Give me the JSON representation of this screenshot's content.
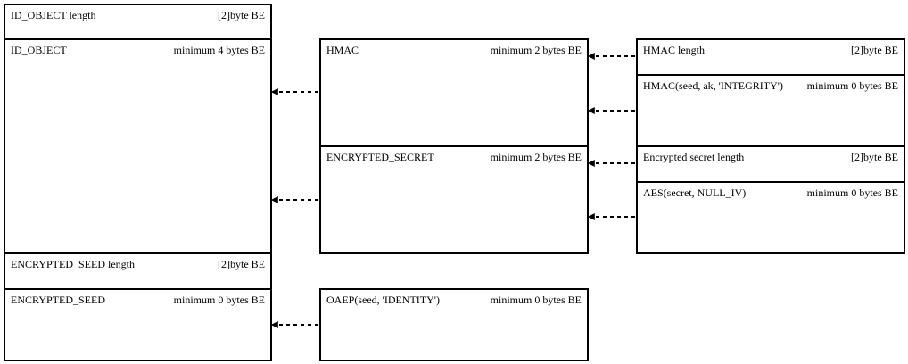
{
  "left_column": [
    {
      "id": "id-object-length",
      "name": "ID_OBJECT length",
      "size": "[2]byte BE"
    },
    {
      "id": "id-object",
      "name": "ID_OBJECT",
      "size": "minimum 4 bytes BE"
    },
    {
      "id": "encrypted-seed-length",
      "name": "ENCRYPTED_SEED length",
      "size": "[2]byte BE"
    },
    {
      "id": "encrypted-seed",
      "name": "ENCRYPTED_SEED",
      "size": "minimum 0 bytes BE"
    }
  ],
  "middle_column": [
    {
      "id": "hmac",
      "name": "HMAC",
      "size": "minimum 2 bytes BE"
    },
    {
      "id": "encrypted-secret",
      "name": "ENCRYPTED_SECRET",
      "size": "minimum 2 bytes BE"
    },
    {
      "id": "oaep",
      "name": "OAEP(seed, 'IDENTITY')",
      "size": "minimum 0 bytes BE"
    }
  ],
  "right_column": [
    {
      "id": "hmac-length",
      "name": "HMAC length",
      "size": "[2]byte BE"
    },
    {
      "id": "hmac-value",
      "name": "HMAC(seed, ak, 'INTEGRITY')",
      "size": "minimum 0 bytes BE"
    },
    {
      "id": "encrypted-secret-length",
      "name": "Encrypted secret length",
      "size": "[2]byte BE"
    },
    {
      "id": "aes-secret",
      "name": "AES(secret, NULL_IV)",
      "size": "minimum 0 bytes BE"
    }
  ],
  "arrows": [
    {
      "from": "hmac",
      "to": "id-object"
    },
    {
      "from": "encrypted-secret",
      "to": "id-object"
    },
    {
      "from": "oaep",
      "to": "encrypted-seed"
    },
    {
      "from": "hmac-length",
      "to": "hmac"
    },
    {
      "from": "hmac-value",
      "to": "hmac"
    },
    {
      "from": "encrypted-secret-length",
      "to": "encrypted-secret"
    },
    {
      "from": "aes-secret",
      "to": "encrypted-secret"
    }
  ]
}
